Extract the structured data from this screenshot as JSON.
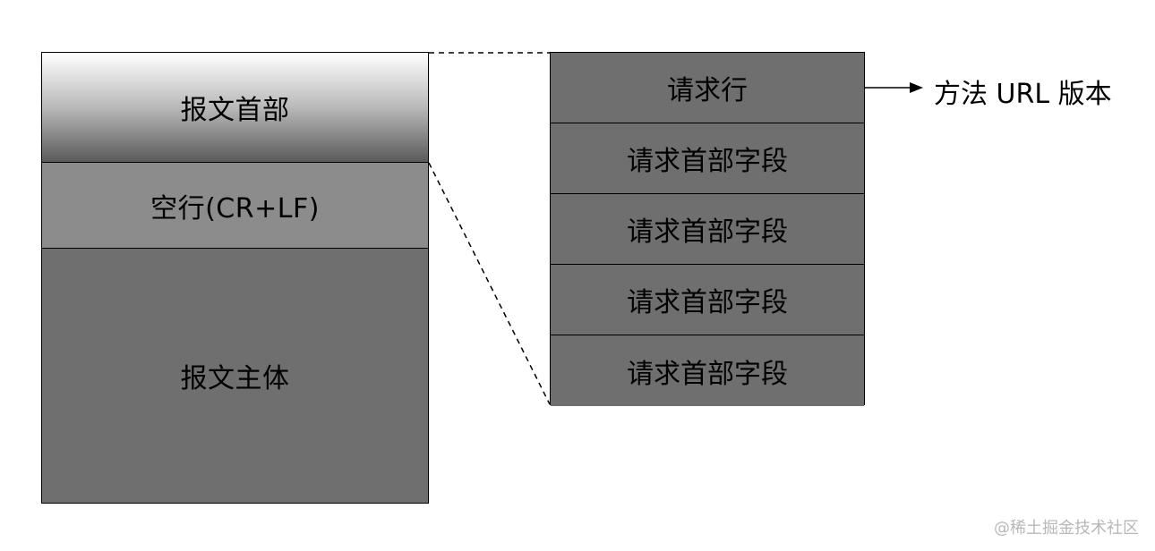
{
  "left_stack": {
    "header_label": "报文首部",
    "blank_line_label": "空行(CR+LF)",
    "body_label": "报文主体"
  },
  "right_stack": {
    "rows": [
      {
        "label": "请求行"
      },
      {
        "label": "请求首部字段"
      },
      {
        "label": "请求首部字段"
      },
      {
        "label": "请求首部字段"
      },
      {
        "label": "请求首部字段"
      }
    ]
  },
  "request_line_detail": "方法 URL 版本",
  "watermark": "@稀土掘金技术社区",
  "colors": {
    "block_dark": "#6f6f6f",
    "block_medium": "#8c8c8c",
    "line": "#000000",
    "watermark": "#b8b8b8"
  }
}
